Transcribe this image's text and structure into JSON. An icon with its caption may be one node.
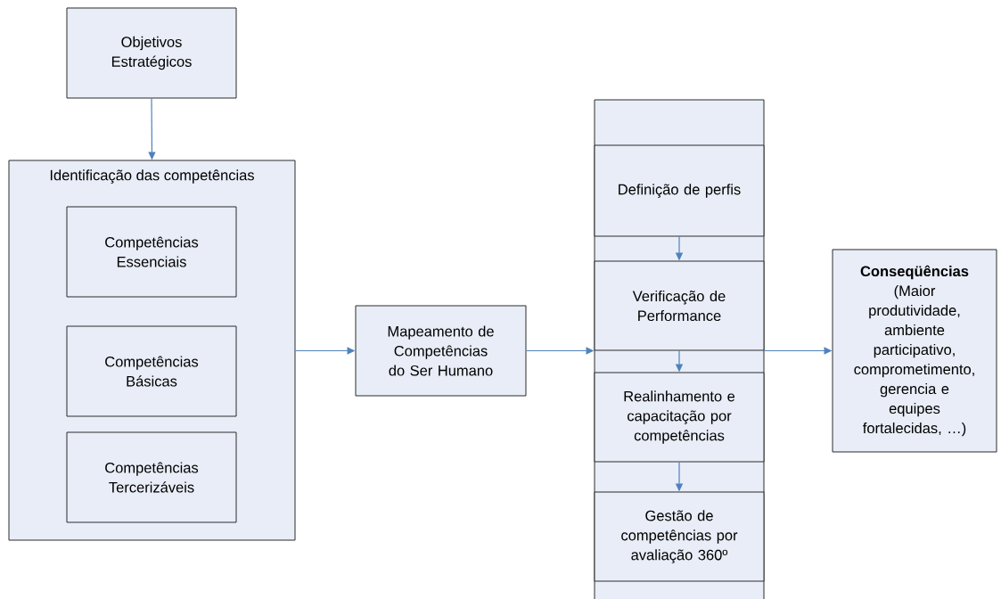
{
  "diagram": {
    "nodes": [
      {
        "text": [
          "Objetivos Estratégicos"
        ]
      },
      {
        "text": [
          "Identificação das competências"
        ]
      },
      {
        "text": [
          "Competências Essenciais"
        ],
        "in": 1
      },
      {
        "text": [
          "Competências Básicas"
        ],
        "in": 1
      },
      {
        "text": [
          "Competências Tercerizáveis"
        ],
        "in": 1
      },
      {
        "text": [
          "Mapeamento de Competências do Ser Humano"
        ]
      },
      {
        "text": [
          "Definição de perfis"
        ]
      },
      {
        "text": [
          "Verificação de Performance"
        ]
      },
      {
        "text": [
          "Realinhamento e capacitação por competências"
        ]
      },
      {
        "text": [
          "Gestão de competências por avaliação 360º"
        ]
      },
      {
        "text": [
          "Conseqüências",
          "(Maior produtividade, ambiente participativo, comprometimento, gerencia e equipes fortalecidas, …)"
        ]
      }
    ],
    "edges": [
      {
        "from": 0,
        "to": 1,
        "arrow": "to"
      },
      {
        "from": 1,
        "to": 5,
        "arrow": "to"
      },
      {
        "from": 5,
        "to": 7,
        "arrow": "to"
      },
      {
        "from": 6,
        "to": 7,
        "arrow": "to"
      },
      {
        "from": 7,
        "to": 8,
        "arrow": "to"
      },
      {
        "from": 8,
        "to": 9,
        "arrow": "to"
      },
      {
        "from": 7,
        "to": 10,
        "arrow": "to"
      }
    ]
  }
}
